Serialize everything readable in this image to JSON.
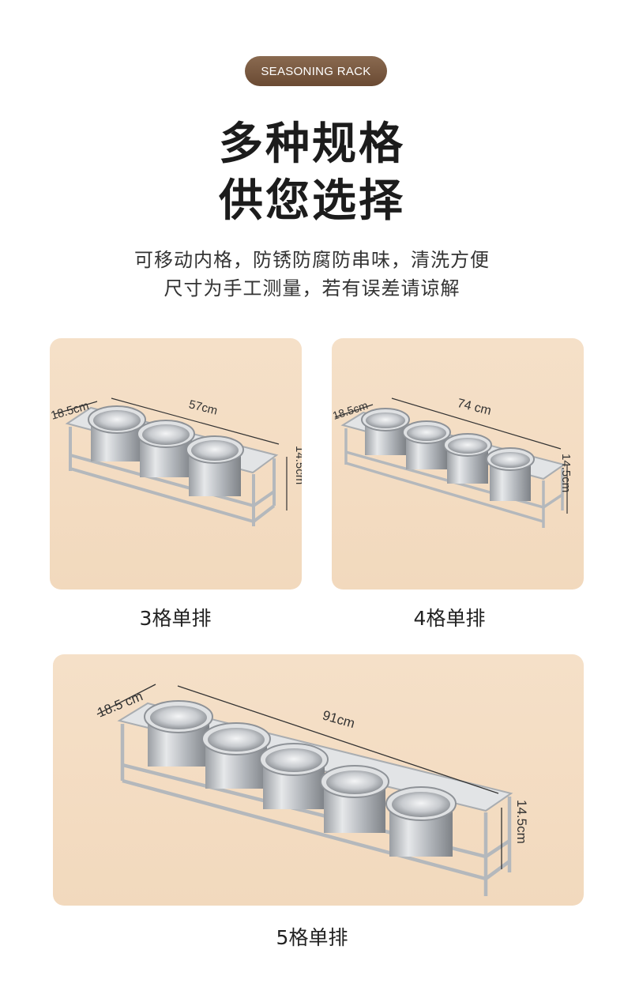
{
  "header": {
    "badge": "SEASONING RACK",
    "title_line1": "多种规格",
    "title_line2": "供您选择",
    "subtitle_line1": "可移动内格，防锈防腐防串味，清洗方便",
    "subtitle_line2": "尺寸为手工测量，若有误差请谅解"
  },
  "products": [
    {
      "caption": "3格单排",
      "depth": "18.5cm",
      "length": "57cm",
      "height": "14.5cm",
      "cups": 3
    },
    {
      "caption": "4格单排",
      "depth": "18.5cm",
      "length": "74 cm",
      "height": "14.5cm",
      "cups": 4
    },
    {
      "caption": "5格单排",
      "depth": "18.5 cm",
      "length": "91cm",
      "height": "14.5cm",
      "cups": 5
    }
  ],
  "colors": {
    "badge_bg": "#7a5a40",
    "panel_bg": "#f3dcc2",
    "steel": "#c9ccd0"
  }
}
